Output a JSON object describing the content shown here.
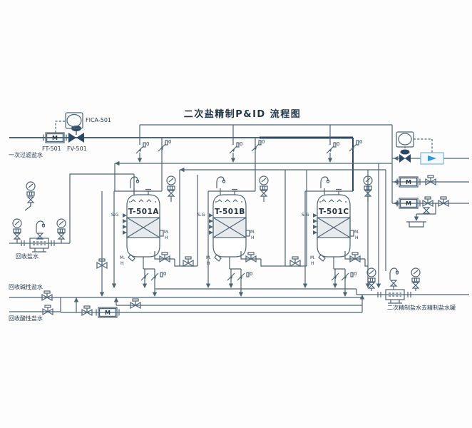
{
  "title": "二次盐精制P&ID 流程图",
  "instruments": {
    "fica": "FICA-501",
    "ft": "FT-501",
    "fv": "FV-501"
  },
  "streams": {
    "feed": "一次过滤盐水",
    "recovered_brine": "回收盐水",
    "recovered_alkaline": "回收碱性盐水",
    "recovered_acidic": "回收酸性盐水",
    "outlet": "二次精制盐水去精制盐水罐"
  },
  "vessels": [
    {
      "tag": "T-501A"
    },
    {
      "tag": "T-501B"
    },
    {
      "tag": "T-501C"
    }
  ],
  "labels": {
    "sg": "S.G",
    "mh1": "M.",
    "mh2": "H",
    "motor": "M",
    "valve_zero": "0"
  },
  "colors": {
    "line": "#4e6478",
    "pipe_bold": "#2b4864",
    "accent_blue": "#2f9bd6",
    "text": "#24384c",
    "background": "#fdfdfd"
  }
}
